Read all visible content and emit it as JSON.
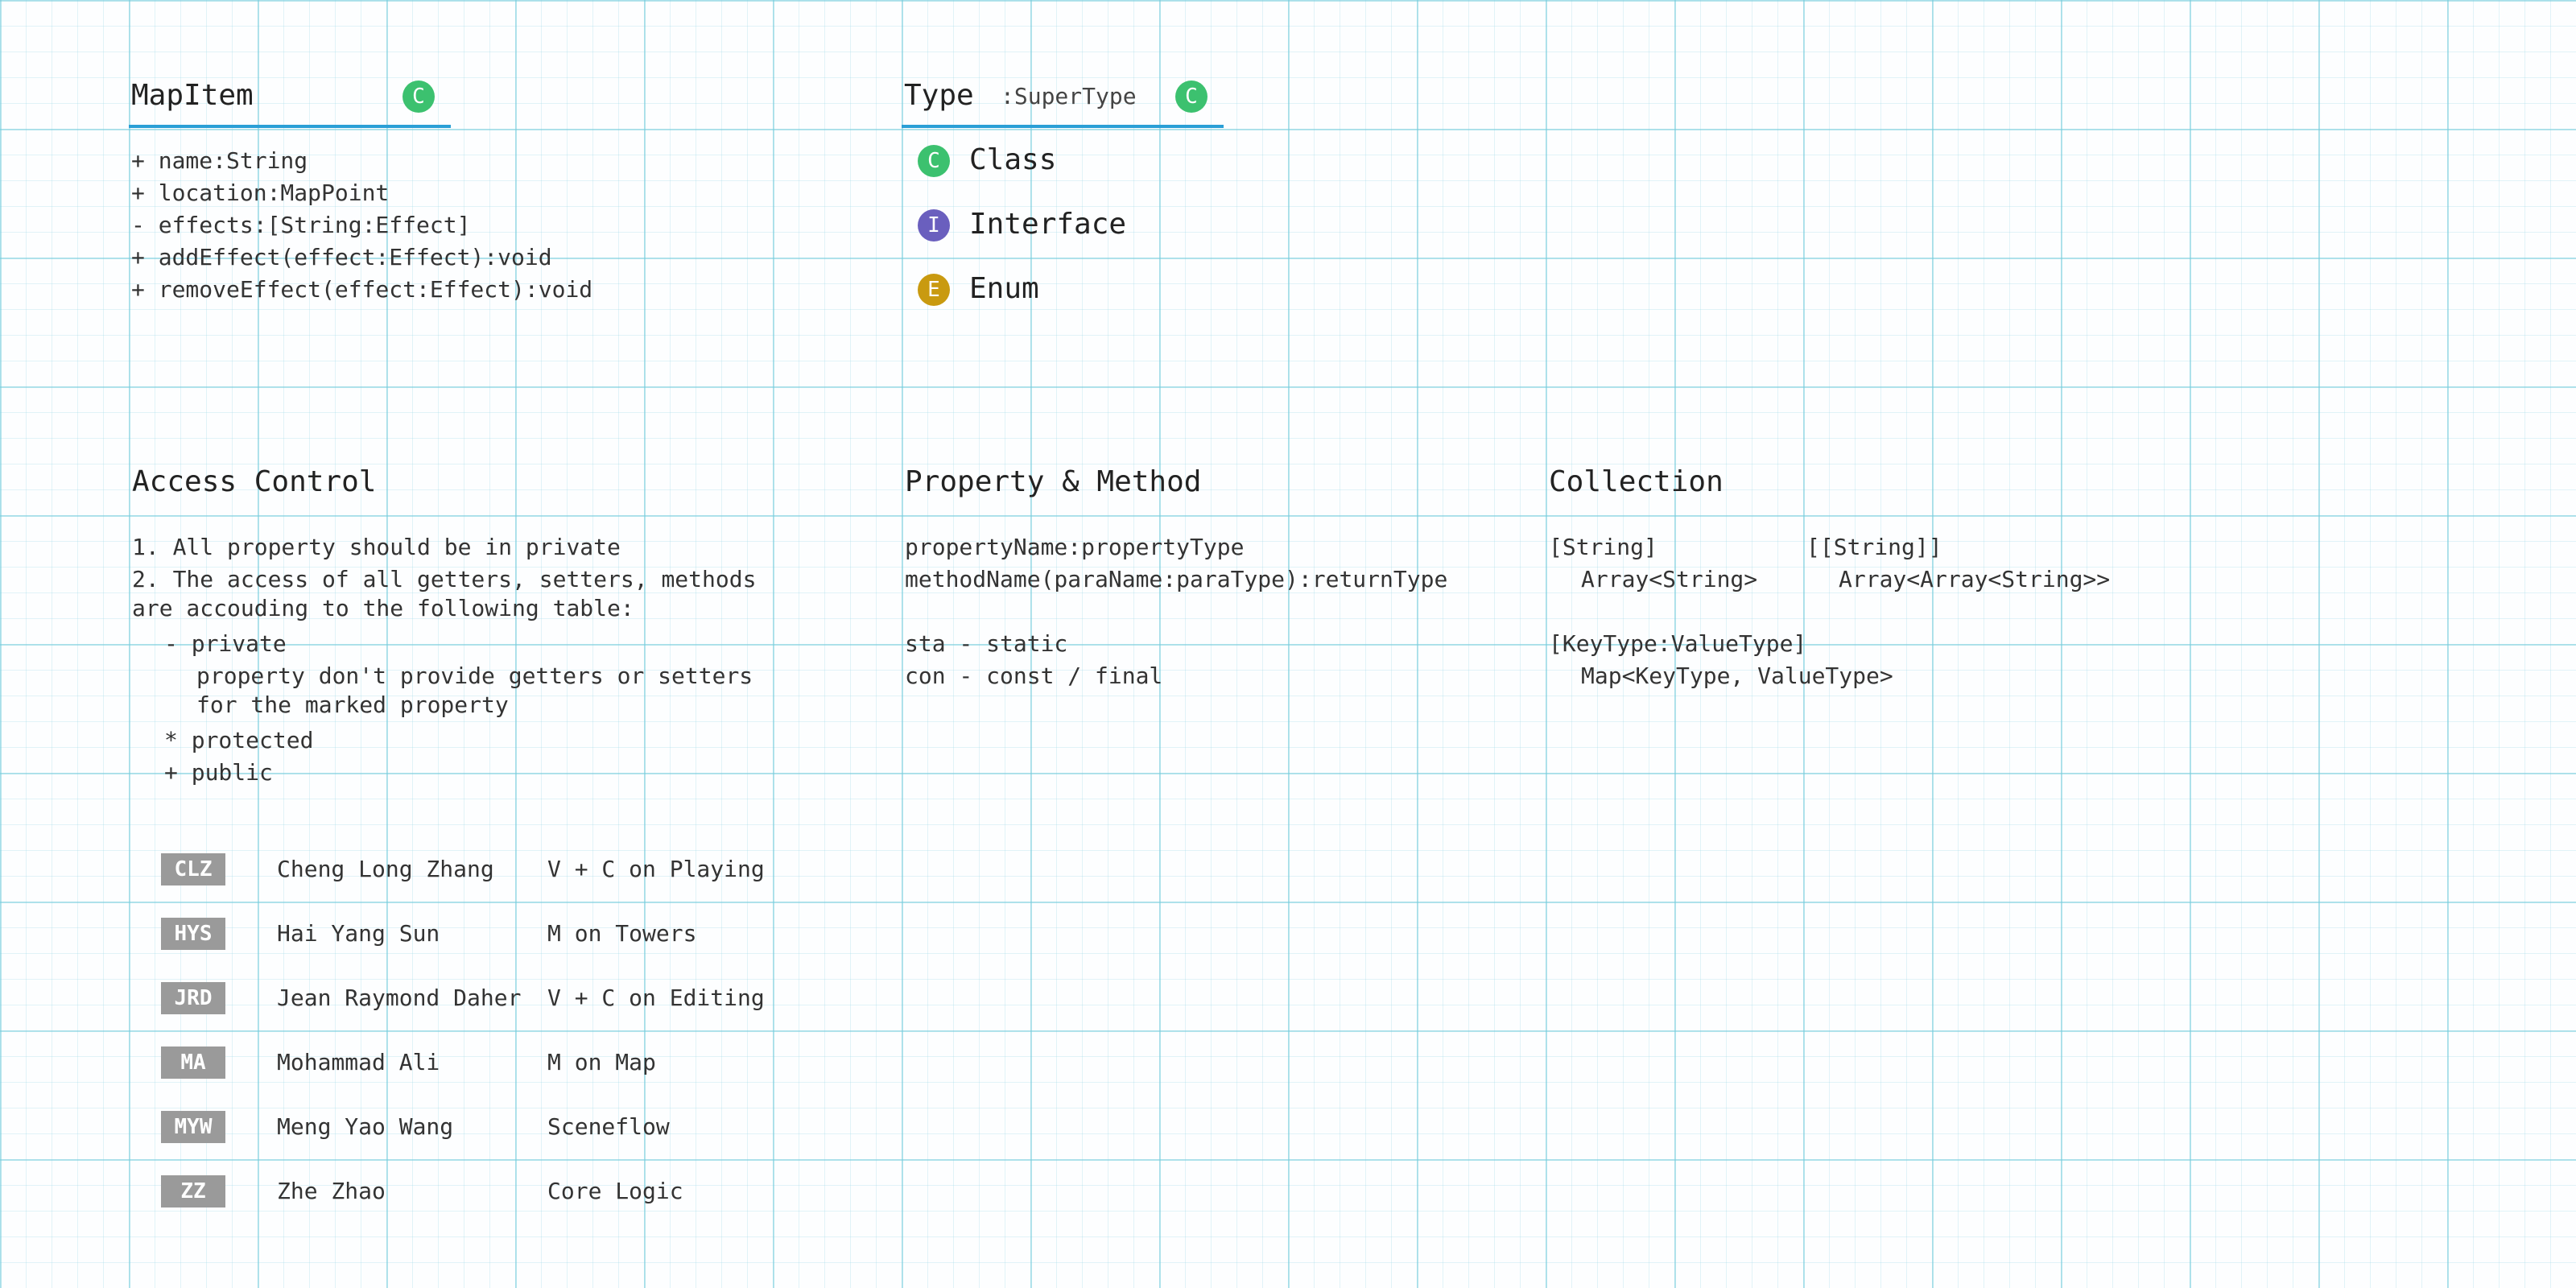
{
  "colors": {
    "accent_underline": "#2a9fd6",
    "class_badge": "#3cc16f",
    "interface_badge": "#6a5fbe",
    "enum_badge": "#c99a10",
    "tag_bg": "#9a9a9a",
    "grid": "#a8dde6"
  },
  "mapitem": {
    "title": "MapItem",
    "badge": "C",
    "members": [
      "+ name:String",
      "+ location:MapPoint",
      "- effects:[String:Effect]",
      "+ addEffect(effect:Effect):void",
      "+ removeEffect(effect:Effect):void"
    ]
  },
  "type_legend": {
    "title": "Type",
    "supertype": ":SuperType",
    "badge": "C",
    "items": [
      {
        "badge": "C",
        "label": "Class"
      },
      {
        "badge": "I",
        "label": "Interface"
      },
      {
        "badge": "E",
        "label": "Enum"
      }
    ]
  },
  "access_control": {
    "title": "Access Control",
    "lines": [
      "1. All property should be in private",
      "2. The access of all getters, setters, methods",
      "are accouding to the following table:",
      "- private",
      "property don't provide getters or setters",
      "for the marked property",
      "* protected",
      "+ public"
    ]
  },
  "property_method": {
    "title": "Property & Method",
    "lines": [
      "propertyName:propertyType",
      "methodName(paraName:paraType):returnType",
      "sta - static",
      "con - const / final"
    ]
  },
  "collection": {
    "title": "Collection",
    "array": "[String]",
    "array_desc": "Array<String>",
    "nested_array": "[[String]]",
    "nested_array_desc": "Array<Array<String>>",
    "map": "[KeyType:ValueType]",
    "map_desc": "Map<KeyType, ValueType>"
  },
  "team": [
    {
      "tag": "CLZ",
      "name": "Cheng Long Zhang",
      "role": "V + C on Playing"
    },
    {
      "tag": "HYS",
      "name": "Hai Yang Sun",
      "role": "M on Towers"
    },
    {
      "tag": "JRD",
      "name": "Jean Raymond Daher",
      "role": "V + C on Editing"
    },
    {
      "tag": "MA",
      "name": "Mohammad Ali",
      "role": "M on Map"
    },
    {
      "tag": "MYW",
      "name": "Meng Yao Wang",
      "role": "Sceneflow"
    },
    {
      "tag": "ZZ",
      "name": "Zhe Zhao",
      "role": "Core Logic"
    }
  ]
}
